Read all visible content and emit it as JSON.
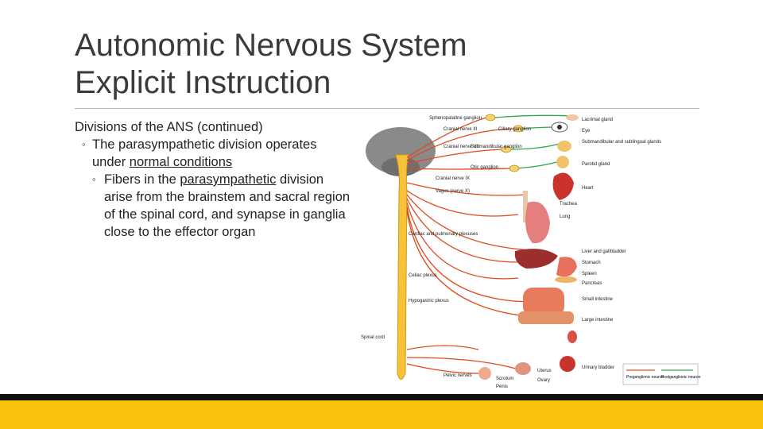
{
  "slide": {
    "title_line1": "Autonomic Nervous System",
    "title_line2": "Explicit Instruction",
    "heading": "Divisions of the ANS (continued)",
    "bullet1_pre": "The parasympathetic division operates under ",
    "bullet1_underlined": "normal conditions",
    "bullet2_pre": "Fibers in the ",
    "bullet2_underlined": "parasympathetic",
    "bullet2_post": " division arise from the brainstem and sacral region of the spinal cord, and synapse in ganglia close to the effector organ"
  },
  "diagram": {
    "labels": {
      "sphenopalatine": "Sphenopalatine ganglion",
      "lacrimal": "Lacrimal gland",
      "cranial3": "Cranial nerve III",
      "ciliary": "Ciliary ganglion",
      "eye": "Eye",
      "cranial7": "Cranial nerve VII",
      "submandibular_ganglion": "Submandibular ganglion",
      "submandibular_glands": "Submandibular and sublingual glands",
      "otic": "Otic ganglion",
      "parotid": "Parotid gland",
      "cranial9": "Cranial nerve IX",
      "vagus": "Vagus (nerve X)",
      "heart": "Heart",
      "trachea": "Trachea",
      "lung": "Lung",
      "cardiac_plexuses": "Cardiac and pulmonary plexuses",
      "liver": "Liver and gallbladder",
      "stomach": "Stomach",
      "celiac": "Celiac plexus",
      "spleen": "Spleen",
      "pancreas": "Pancreas",
      "hypogastric": "Hypogastric plexus",
      "small_intestine": "Small intestine",
      "large_intestine": "Large intestine",
      "spinal_cord": "Spinal cord",
      "urinary_bladder": "Urinary bladder",
      "uterus": "Uterus",
      "ovary": "Ovary",
      "pelvic_nerves": "Pelvic nerves",
      "scrotum": "Scrotum",
      "penis": "Penis",
      "legend_pre": "Preganglionic neuron",
      "legend_post": "Postganglionic neuron"
    },
    "colors": {
      "cord": "#f6c23a",
      "preganglionic": "#e04a1c",
      "postganglionic": "#2ea84a",
      "organ": "#d9504a",
      "ganglion": "#f3d46a"
    }
  }
}
